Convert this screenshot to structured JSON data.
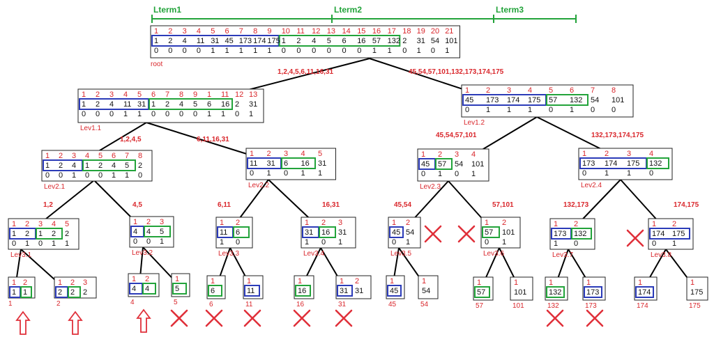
{
  "colors": {
    "index": "#d9262b",
    "value": "#111111",
    "blue_box": "#2b3bb8",
    "green_box": "#22a33a",
    "lterm_line": "#22a33a",
    "edge": "#000000",
    "cross": "#e0303a",
    "arrow": "#e0303a"
  },
  "lterms": [
    {
      "label": "Lterm1"
    },
    {
      "label": "Lterm2"
    },
    {
      "label": "Lterm3"
    }
  ],
  "nodes": [
    {
      "id": "root",
      "label": "root",
      "idx": [
        "1",
        "2",
        "3",
        "4",
        "5",
        "6",
        "7",
        "8",
        "9",
        "10",
        "11",
        "12",
        "13",
        "14",
        "15",
        "16",
        "17",
        "18",
        "19",
        "20",
        "21"
      ],
      "vals": [
        "1",
        "2",
        "4",
        "11",
        "31",
        "45",
        "173",
        "174",
        "175",
        "1",
        "2",
        "4",
        "5",
        "6",
        "16",
        "57",
        "132",
        "2",
        "31",
        "54",
        "101"
      ],
      "flags": [
        "0",
        "0",
        "0",
        "0",
        "1",
        "1",
        "1",
        "1",
        "1",
        "0",
        "0",
        "0",
        "0",
        "0",
        "0",
        "1",
        "1",
        "0",
        "1",
        "0",
        "1"
      ]
    },
    {
      "id": "lev1_1",
      "label": "Lev1.1",
      "idx": [
        "1",
        "2",
        "3",
        "4",
        "5",
        "6",
        "7",
        "8",
        "9",
        "1",
        "11",
        "12",
        "13"
      ],
      "vals": [
        "1",
        "2",
        "4",
        "11",
        "31",
        "1",
        "2",
        "4",
        "5",
        "6",
        "16",
        "2",
        "31"
      ],
      "flags": [
        "0",
        "0",
        "0",
        "1",
        "1",
        "0",
        "0",
        "0",
        "0",
        "1",
        "1",
        "0",
        "1"
      ]
    },
    {
      "id": "lev1_2",
      "label": "Lev1.2",
      "idx": [
        "1",
        "2",
        "3",
        "4",
        "5",
        "6",
        "7",
        "8"
      ],
      "vals": [
        "45",
        "173",
        "174",
        "175",
        "57",
        "132",
        "54",
        "101"
      ],
      "flags": [
        "0",
        "1",
        "1",
        "1",
        "0",
        "1",
        "0",
        "0"
      ]
    },
    {
      "id": "lev2_1",
      "label": "Lev2.1",
      "idx": [
        "1",
        "2",
        "3",
        "4",
        "5",
        "6",
        "7",
        "8"
      ],
      "vals": [
        "1",
        "2",
        "4",
        "1",
        "2",
        "4",
        "5",
        "2"
      ],
      "flags": [
        "0",
        "0",
        "1",
        "0",
        "0",
        "1",
        "1",
        "0"
      ]
    },
    {
      "id": "lev2_2",
      "label": "Lev2.2",
      "idx": [
        "1",
        "2",
        "3",
        "4",
        "5"
      ],
      "vals": [
        "11",
        "31",
        "6",
        "16",
        "31"
      ],
      "flags": [
        "0",
        "1",
        "0",
        "1",
        "1"
      ]
    },
    {
      "id": "lev2_3",
      "label": "Lev2.3",
      "idx": [
        "1",
        "2",
        "3",
        "4"
      ],
      "vals": [
        "45",
        "57",
        "54",
        "101"
      ],
      "flags": [
        "0",
        "1",
        "0",
        "1"
      ]
    },
    {
      "id": "lev2_4",
      "label": "Lev2.4",
      "idx": [
        "1",
        "2",
        "3",
        "4"
      ],
      "vals": [
        "173",
        "174",
        "175",
        "132"
      ],
      "flags": [
        "0",
        "1",
        "1",
        "0"
      ]
    },
    {
      "id": "lev3_1",
      "label": "Lev3.1",
      "idx": [
        "1",
        "2",
        "3",
        "4",
        "5"
      ],
      "vals": [
        "1",
        "2",
        "1",
        "2",
        "2"
      ],
      "flags": [
        "0",
        "1",
        "0",
        "1",
        "1"
      ]
    },
    {
      "id": "lev3_2",
      "label": "Lev3.2",
      "idx": [
        "1",
        "2",
        "3"
      ],
      "vals": [
        "4",
        "4",
        "5"
      ],
      "flags": [
        "0",
        "0",
        "1"
      ]
    },
    {
      "id": "lev3_3",
      "label": "Lev3.3",
      "idx": [
        "1",
        "2"
      ],
      "vals": [
        "11",
        "6"
      ],
      "flags": [
        "1",
        "0"
      ]
    },
    {
      "id": "lev3_4",
      "label": "Lev3.4",
      "idx": [
        "1",
        "2",
        "3"
      ],
      "vals": [
        "31",
        "16",
        "31"
      ],
      "flags": [
        "1",
        "0",
        "1"
      ]
    },
    {
      "id": "lev3_5",
      "label": "Lev3.5",
      "idx": [
        "1",
        "2"
      ],
      "vals": [
        "45",
        "54"
      ],
      "flags": [
        "0",
        "1"
      ]
    },
    {
      "id": "lev3_6",
      "label": "Lev3.6",
      "idx": [
        "1",
        "2"
      ],
      "vals": [
        "57",
        "101"
      ],
      "flags": [
        "0",
        "1"
      ]
    },
    {
      "id": "lev3_7",
      "label": "Lev3.7",
      "idx": [
        "1",
        "2"
      ],
      "vals": [
        "173",
        "132"
      ],
      "flags": [
        "1",
        "0"
      ]
    },
    {
      "id": "lev3_8",
      "label": "Lev3.8",
      "idx": [
        "1",
        "2"
      ],
      "vals": [
        "174",
        "175"
      ],
      "flags": [
        "0",
        "1"
      ]
    },
    {
      "id": "leaf_1",
      "label": "1",
      "idx": [
        "1",
        "2"
      ],
      "vals": [
        "1",
        "1"
      ]
    },
    {
      "id": "leaf_2",
      "label": "2",
      "idx": [
        "1",
        "2",
        "3"
      ],
      "vals": [
        "2",
        "2",
        "2"
      ]
    },
    {
      "id": "leaf_4",
      "label": "4",
      "idx": [
        "1",
        "2"
      ],
      "vals": [
        "4",
        "4"
      ]
    },
    {
      "id": "leaf_5",
      "label": "5",
      "idx": [
        "1"
      ],
      "vals": [
        "5"
      ]
    },
    {
      "id": "leaf_6",
      "label": "6",
      "idx": [
        "1"
      ],
      "vals": [
        "6"
      ]
    },
    {
      "id": "leaf_11",
      "label": "11",
      "idx": [
        "1"
      ],
      "vals": [
        "11"
      ]
    },
    {
      "id": "leaf_16",
      "label": "16",
      "idx": [
        "1"
      ],
      "vals": [
        "16"
      ]
    },
    {
      "id": "leaf_31",
      "label": "31",
      "idx": [
        "1",
        "2"
      ],
      "vals": [
        "31",
        "31"
      ]
    },
    {
      "id": "leaf_45",
      "label": "45",
      "idx": [
        "1"
      ],
      "vals": [
        "45"
      ]
    },
    {
      "id": "leaf_54",
      "label": "54",
      "idx": [
        "1"
      ],
      "vals": [
        "54"
      ]
    },
    {
      "id": "leaf_57",
      "label": "57",
      "idx": [
        "1"
      ],
      "vals": [
        "57"
      ]
    },
    {
      "id": "leaf_101",
      "label": "101",
      "idx": [
        "1"
      ],
      "vals": [
        "101"
      ]
    },
    {
      "id": "leaf_132",
      "label": "132",
      "idx": [
        "1"
      ],
      "vals": [
        "132"
      ]
    },
    {
      "id": "leaf_173",
      "label": "173",
      "idx": [
        "1"
      ],
      "vals": [
        "173"
      ]
    },
    {
      "id": "leaf_174",
      "label": "174",
      "idx": [
        "1"
      ],
      "vals": [
        "174"
      ]
    },
    {
      "id": "leaf_175",
      "label": "175",
      "idx": [
        "1"
      ],
      "vals": [
        "175"
      ]
    }
  ],
  "edges": [
    {
      "from": "root",
      "to": "lev1_1",
      "label": "1,2,4,5,6,11,16,31"
    },
    {
      "from": "root",
      "to": "lev1_2",
      "label": "45,54,57,101,132,173,174,175"
    },
    {
      "from": "lev1_1",
      "to": "lev2_1",
      "label": "1,2,4,5"
    },
    {
      "from": "lev1_1",
      "to": "lev2_2",
      "label": "6,11,16,31"
    },
    {
      "from": "lev1_2",
      "to": "lev2_3",
      "label": "45,54,57,101"
    },
    {
      "from": "lev1_2",
      "to": "lev2_4",
      "label": "132,173,174,175"
    },
    {
      "from": "lev2_1",
      "to": "lev3_1",
      "label": "1,2"
    },
    {
      "from": "lev2_1",
      "to": "lev3_2",
      "label": "4,5"
    },
    {
      "from": "lev2_2",
      "to": "lev3_3",
      "label": "6,11"
    },
    {
      "from": "lev2_2",
      "to": "lev3_4",
      "label": "16,31"
    },
    {
      "from": "lev2_3",
      "to": "lev3_5",
      "label": "45,54"
    },
    {
      "from": "lev2_3",
      "to": "lev3_6",
      "label": "57,101"
    },
    {
      "from": "lev2_4",
      "to": "lev3_7",
      "label": "132,173"
    },
    {
      "from": "lev2_4",
      "to": "lev3_8",
      "label": "174,175"
    },
    {
      "from": "lev3_1",
      "to": "leaf_1",
      "label": ""
    },
    {
      "from": "lev3_1",
      "to": "leaf_2",
      "label": ""
    },
    {
      "from": "lev3_2",
      "to": "leaf_4",
      "label": ""
    },
    {
      "from": "lev3_2",
      "to": "leaf_5",
      "label": ""
    },
    {
      "from": "lev3_3",
      "to": "leaf_6",
      "label": ""
    },
    {
      "from": "lev3_3",
      "to": "leaf_11",
      "label": ""
    },
    {
      "from": "lev3_4",
      "to": "leaf_16",
      "label": ""
    },
    {
      "from": "lev3_4",
      "to": "leaf_31",
      "label": ""
    },
    {
      "from": "lev3_5",
      "to": "leaf_45",
      "label": ""
    },
    {
      "from": "lev3_5",
      "to": "leaf_54",
      "label": ""
    },
    {
      "from": "lev3_6",
      "to": "leaf_57",
      "label": ""
    },
    {
      "from": "lev3_6",
      "to": "leaf_101",
      "label": ""
    },
    {
      "from": "lev3_7",
      "to": "leaf_132",
      "label": ""
    },
    {
      "from": "lev3_7",
      "to": "leaf_173",
      "label": ""
    },
    {
      "from": "lev3_8",
      "to": "leaf_174",
      "label": ""
    },
    {
      "from": "lev3_8",
      "to": "leaf_175",
      "label": ""
    }
  ],
  "marks": [
    {
      "kind": "arrow",
      "near": "leaf_1"
    },
    {
      "kind": "arrow",
      "near": "leaf_2"
    },
    {
      "kind": "arrow",
      "near": "leaf_4"
    },
    {
      "kind": "cross",
      "near": "leaf_5"
    },
    {
      "kind": "cross",
      "near": "leaf_6"
    },
    {
      "kind": "cross",
      "near": "leaf_11"
    },
    {
      "kind": "cross",
      "near": "leaf_16"
    },
    {
      "kind": "cross",
      "near": "leaf_31"
    },
    {
      "kind": "cross",
      "near": "leaf_132"
    },
    {
      "kind": "cross",
      "near": "leaf_173"
    },
    {
      "kind": "cross",
      "near": "lev3_5"
    },
    {
      "kind": "cross",
      "near": "lev3_6"
    },
    {
      "kind": "cross",
      "near": "lev3_7"
    }
  ]
}
